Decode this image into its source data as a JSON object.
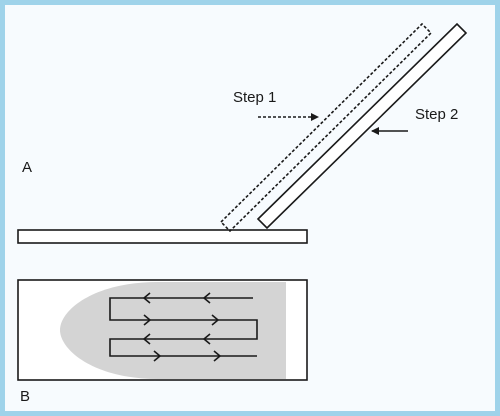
{
  "panel_a": {
    "label": "A",
    "step1_label": "Step 1",
    "step2_label": "Step 2"
  },
  "panel_b": {
    "label": "B"
  },
  "colors": {
    "frame_border": "#9fd3ea",
    "frame_fill": "#f7fbfe",
    "stroke": "#1a1a1a",
    "smear": "#d4d4d4"
  }
}
